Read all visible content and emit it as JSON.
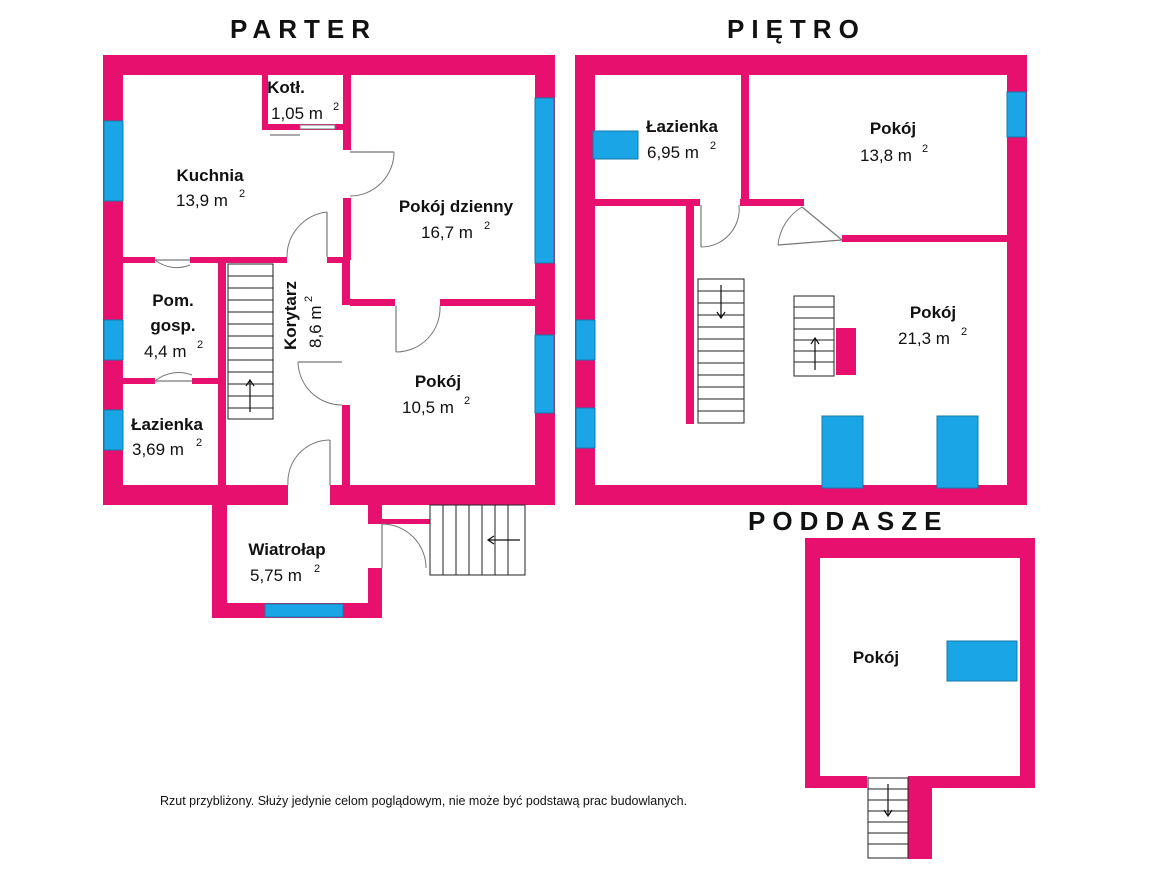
{
  "floors": {
    "parter": "PARTER",
    "pietro": "PIĘTRO",
    "poddasze": "PODDASZE"
  },
  "rooms": {
    "kotl": {
      "name": "Kotł.",
      "area": "1,05 m",
      "sup": "2"
    },
    "kuchnia": {
      "name": "Kuchnia",
      "area": "13,9 m",
      "sup": "2"
    },
    "pokoj_dzienny": {
      "name": "Pokój dzienny",
      "area": "16,7 m",
      "sup": "2"
    },
    "korytarz": {
      "name": "Korytarz",
      "area": "8,6 m",
      "sup": "2"
    },
    "pom_gosp": {
      "name1": "Pom.",
      "name2": "gosp.",
      "area": "4,4 m",
      "sup": "2"
    },
    "lazienka_parter": {
      "name": "Łazienka",
      "area": "3,69 m",
      "sup": "2"
    },
    "pokoj_parter": {
      "name": "Pokój",
      "area": "10,5 m",
      "sup": "2"
    },
    "wiatrolap": {
      "name": "Wiatrołap",
      "area": "5,75 m",
      "sup": "2"
    },
    "lazienka_pietro": {
      "name": "Łazienka",
      "area": "6,95 m",
      "sup": "2"
    },
    "pokoj_138": {
      "name": "Pokój",
      "area": "13,8 m",
      "sup": "2"
    },
    "pokoj_213": {
      "name": "Pokój",
      "area": "21,3 m",
      "sup": "2"
    },
    "pokoj_poddasze": {
      "name": "Pokój"
    }
  },
  "disclaimer": "Rzut przybliżony. Służy jedynie celom poglądowym, nie może być podstawą prac budowlanych.",
  "colors": {
    "wall": "#e8106f",
    "window": "#1aa6e6",
    "background": "#ffffff"
  }
}
